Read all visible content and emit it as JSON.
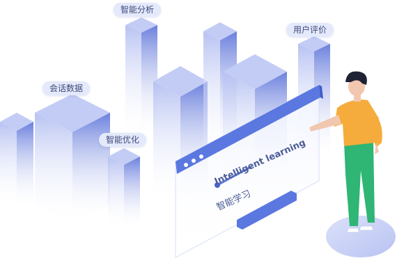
{
  "labels": {
    "smart_analysis": "智能分析",
    "user_review": "用户评价",
    "session_data": "会话数据",
    "smart_optimization": "智能优化"
  },
  "window": {
    "title_en": "Intelligent learning",
    "title_cn": "智能学习"
  },
  "colors": {
    "block_top": "#c3ccf5",
    "block_front": "#a7b4ee",
    "block_side": "#6f83df",
    "window_frame": "#5b78e0",
    "window_body": "#eef2fe",
    "button": "#5b78e0",
    "shirt": "#f5ac3c",
    "pants": "#2fb574",
    "platform": "#c7cff6"
  }
}
